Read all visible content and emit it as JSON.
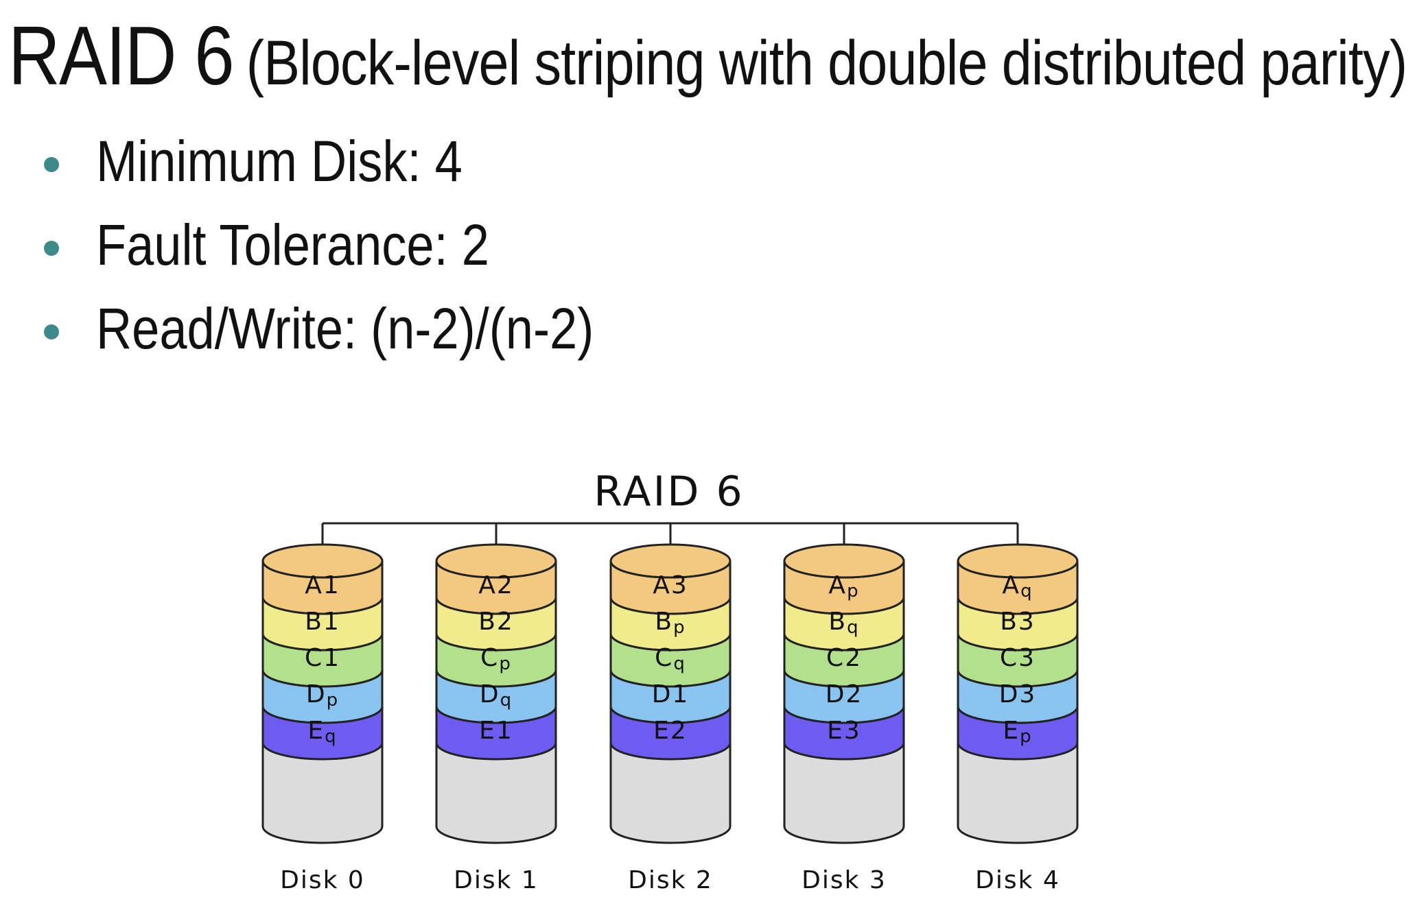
{
  "title": {
    "main": "RAID 6",
    "subtitle": "(Block-level striping with double distributed parity)"
  },
  "bullets": [
    "Minimum Disk: 4",
    "Fault Tolerance: 2",
    "Read/Write: (n-2)/(n-2)"
  ],
  "diagram": {
    "title": "RAID 6",
    "disks": [
      {
        "label": "Disk 0",
        "blocks": [
          "A1",
          "B1",
          "C1",
          "Dp",
          "Eq"
        ]
      },
      {
        "label": "Disk 1",
        "blocks": [
          "A2",
          "B2",
          "Cp",
          "Dq",
          "E1"
        ]
      },
      {
        "label": "Disk 2",
        "blocks": [
          "A3",
          "Bp",
          "Cq",
          "D1",
          "E2"
        ]
      },
      {
        "label": "Disk 3",
        "blocks": [
          "Ap",
          "Bq",
          "C2",
          "D2",
          "E3"
        ]
      },
      {
        "label": "Disk 4",
        "blocks": [
          "Aq",
          "B3",
          "C3",
          "D3",
          "Ep"
        ]
      }
    ],
    "stripe_colors": [
      "#f2c97e",
      "#f0ec8c",
      "#b3e08a",
      "#88c4ef",
      "#6e5cf2"
    ],
    "empty_color": "#dcdcdc",
    "outline_color": "#222222"
  }
}
